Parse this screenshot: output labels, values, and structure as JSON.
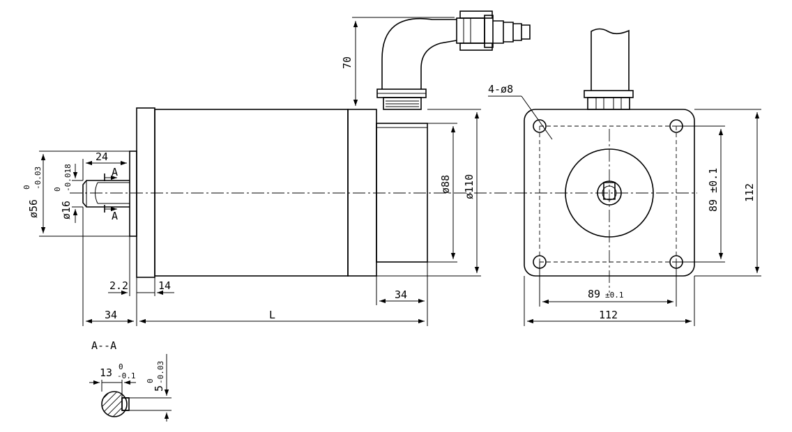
{
  "side_view": {
    "cable_height": "70",
    "body_length": "L",
    "flange_offset": "34",
    "flange_gap": "2.2",
    "flange_thickness": "14",
    "shaft_length": "24",
    "encoder_length": "34",
    "pilot_diameter": "ø56",
    "pilot_tolerance_upper": "0",
    "pilot_tolerance_lower": "-0.03",
    "shaft_diameter": "ø16",
    "shaft_tolerance_upper": "0",
    "shaft_tolerance_lower": "-0.018",
    "diameter_88": "ø88",
    "diameter_110": "ø110",
    "section_mark_top": "A",
    "section_mark_bottom": "A"
  },
  "front_view": {
    "hole_callout": "4-ø8",
    "bolt_spacing_h": "89",
    "bolt_spacing_h_tol": "±0.1",
    "bolt_spacing_v": "89 ±0.1",
    "width": "112",
    "height": "112"
  },
  "section_view": {
    "title": "A--A",
    "key_depth": "13",
    "key_depth_tol_upper": "0",
    "key_depth_tol_lower": "-0.1",
    "key_width": "5",
    "key_width_tol_upper": "0",
    "key_width_tol_lower": "-0.03"
  }
}
